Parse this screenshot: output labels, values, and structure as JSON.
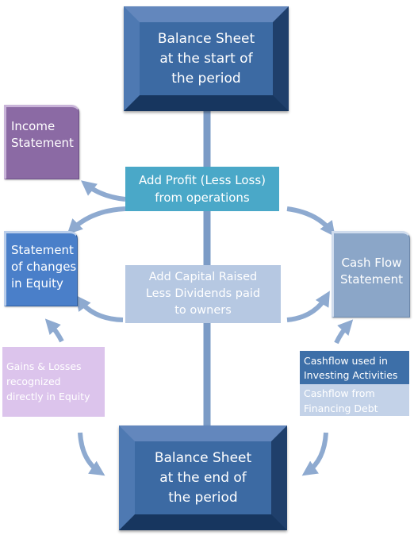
{
  "balance_start": {
    "lines": [
      "Balance Sheet",
      "at the start of",
      "the period"
    ]
  },
  "balance_end": {
    "lines": [
      "Balance Sheet",
      "at the end of",
      "the period"
    ]
  },
  "income_statement": {
    "lines": [
      "Income",
      "Statement"
    ]
  },
  "equity_statement": {
    "lines": [
      "Statement",
      "of changes",
      "in Equity"
    ]
  },
  "cash_flow_statement": {
    "lines": [
      "Cash Flow",
      "Statement"
    ]
  },
  "profit_bar": {
    "lines": [
      "Add Profit (Less Loss)",
      "from  operations"
    ]
  },
  "capital_bar": {
    "lines": [
      "Add Capital Raised",
      "Less Dividends paid",
      "to owners"
    ]
  },
  "gains_box": {
    "lines": [
      "Gains & Losses",
      "recognized",
      "directly in Equity"
    ]
  },
  "cashflow_investing": {
    "lines": [
      "Cashflow used in",
      "Investing Activities"
    ]
  },
  "cashflow_financing": {
    "lines": [
      "Cashflow from",
      "Financing Debt"
    ]
  },
  "colors": {
    "dark_blue": "#3c6aa3",
    "spine": "#7b9bc6",
    "arrow": "#8eaad0",
    "purple": "#8b6aa4",
    "teal": "#4aa8c8",
    "light_blue": "#b6c8e2",
    "lavender": "#dcc4ec"
  }
}
